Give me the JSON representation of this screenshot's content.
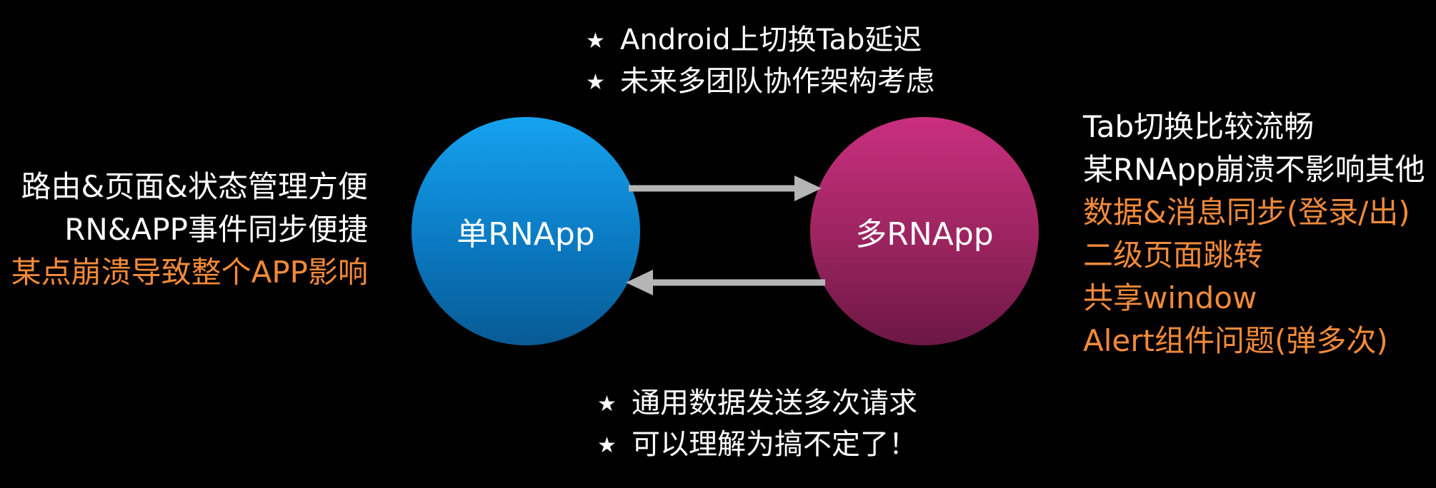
{
  "nodes": {
    "single": {
      "label": "单RNApp",
      "color": "#0f8fd9"
    },
    "multi": {
      "label": "多RNApp",
      "color": "#b02a6e"
    }
  },
  "top_notes": [
    "Android上切换Tab延迟",
    "未来多团队协作架构考虑"
  ],
  "bottom_notes": [
    "通用数据发送多次请求",
    "可以理解为搞不定了！"
  ],
  "left_notes": [
    {
      "text": "路由&页面&状态管理方便",
      "color": "white"
    },
    {
      "text": "RN&APP事件同步便捷",
      "color": "white"
    },
    {
      "text": "某点崩溃导致整个APP影响",
      "color": "orange"
    }
  ],
  "right_notes": [
    {
      "text": "Tab切换比较流畅",
      "color": "white"
    },
    {
      "text": "某RNApp崩溃不影响其他",
      "color": "white"
    },
    {
      "text": "数据&消息同步(登录/出)",
      "color": "orange"
    },
    {
      "text": "二级页面跳转",
      "color": "orange"
    },
    {
      "text": "共享window",
      "color": "orange"
    },
    {
      "text": "Alert组件问题(弹多次)",
      "color": "orange"
    }
  ],
  "bullet_symbol": "★",
  "colors": {
    "background": "#000000",
    "highlight": "#f28a3a",
    "arrow": "#b5b5b5"
  }
}
